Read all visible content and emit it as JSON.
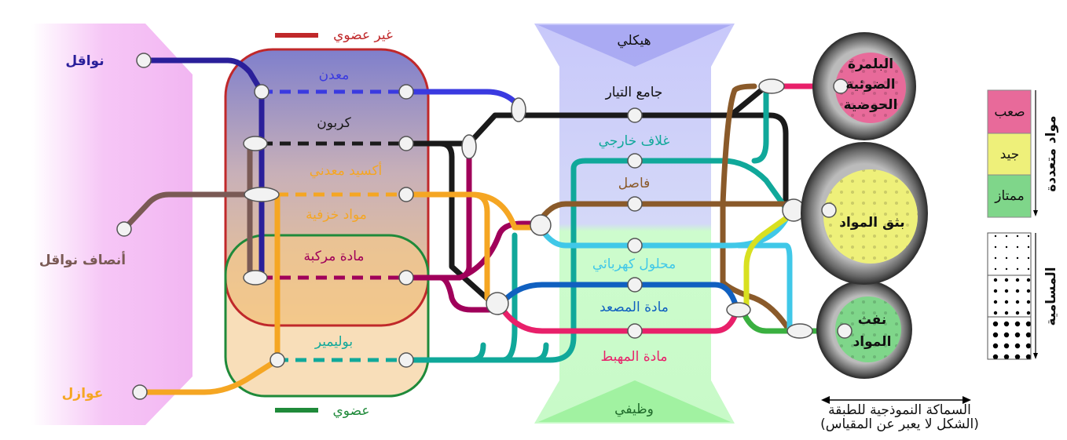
{
  "left_classes": {
    "conductors": "نواقل",
    "semiconductors": "أنصاف نواقل",
    "insulators": "عوازل"
  },
  "legend_groups": {
    "inorganic": "غير عضوي",
    "organic": "عضوي"
  },
  "materials": {
    "metal": "معدن",
    "carbon": "كربون",
    "metal_oxide": "أكسيد معدني",
    "ceramics": "مواد خزفية",
    "composite": "مادة مركبة",
    "polymer": "بوليمير"
  },
  "components": {
    "structural": "هيكلي",
    "current_collector": "جامع التيار",
    "outer_casing": "غلاف خارجي",
    "separator": "فاصل",
    "electrolyte": "محلول كهربائي",
    "anode": "مادة المصعد",
    "cathode": "مادة المهبط",
    "functional": "وظيفي"
  },
  "processes": {
    "vat_photopolymerization": [
      "البلمرة",
      "الضوئية",
      "الحوضية"
    ],
    "material_extrusion": "بثق المواد",
    "material_jetting": [
      "نفث",
      "المواد"
    ]
  },
  "multi_material_scale": {
    "title": "مواد متعددة",
    "levels": [
      "صعب",
      "جيد",
      "ممتاز"
    ],
    "colors": [
      "#e86a9a",
      "#eef07a",
      "#7fd68a"
    ]
  },
  "porosity_scale": {
    "title": "المسامية"
  },
  "thickness_caption": {
    "line1": "السماكة النموذجية للطبقة",
    "line2": "(الشكل لا يعبر عن المقياس)"
  },
  "colors": {
    "metal": "#3a3ae0",
    "carbon": "#1a1a1a",
    "oxide": "#f5a623",
    "composite": "#a0005a",
    "polymer": "#10a89a",
    "semiconductor": "#7a5a55",
    "conductor": "#2a1f9a",
    "separator": "#8a5a2a",
    "electrolyte": "#40c8e8",
    "anode": "#1060c0",
    "cathode": "#e8206a",
    "yellow": "#d8e020",
    "green": "#3ab040"
  }
}
